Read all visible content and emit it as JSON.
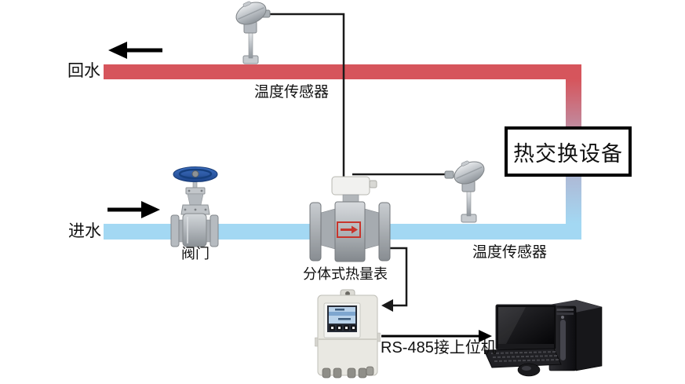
{
  "diagram": {
    "labels": {
      "return_water": "回水",
      "supply_water": "进水",
      "temp_sensor_top": "温度传感器",
      "temp_sensor_bottom": "温度传感器",
      "valve": "阀门",
      "heat_meter": "分体式热量表",
      "heat_exchanger": "热交换设备",
      "rs485_link": "RS-485接上位机"
    },
    "colors": {
      "return_pipe": "#d6555c",
      "supply_pipe": "#a3d8f3",
      "pipe_mix": "#b2aecb",
      "wire": "#1a1a1a",
      "box_border": "#000000",
      "valve_handwheel": "#2a5caa",
      "meter_flow_arrow": "#c8352c",
      "lcd_screen": "#b9d2ea"
    },
    "icons": {
      "temp_sensor_top": "thermowell-temperature-sensor-icon",
      "temp_sensor_bottom": "thermowell-temperature-sensor-icon",
      "valve": "gate-valve-icon",
      "flow_meter": "electromagnetic-flowmeter-icon",
      "converter": "wall-mount-converter-icon",
      "computer": "desktop-computer-icon"
    }
  }
}
